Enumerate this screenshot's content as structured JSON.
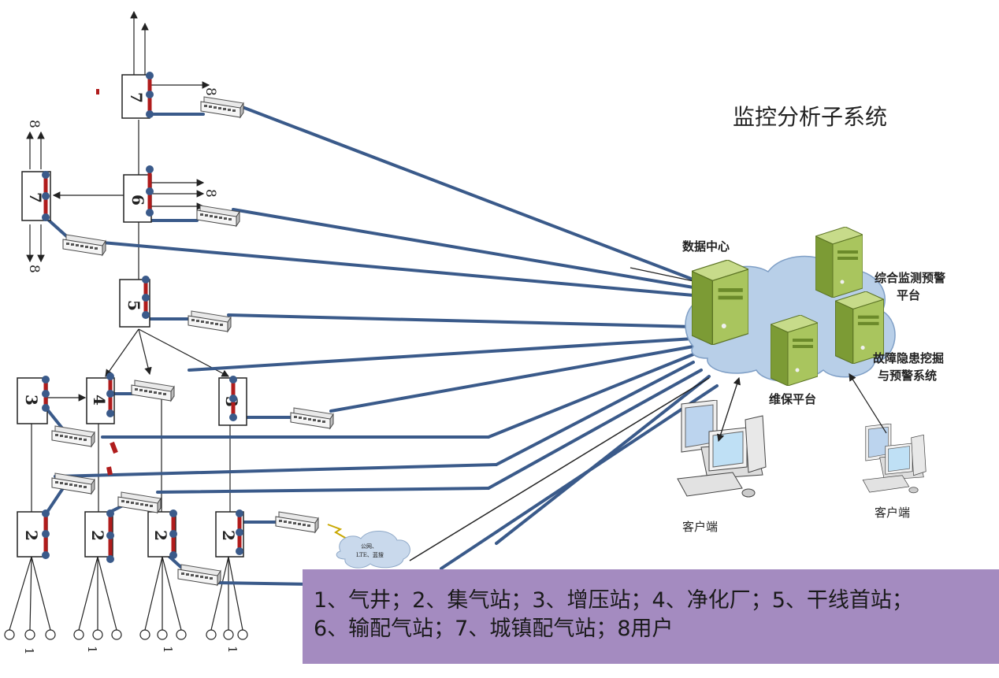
{
  "title": "监控分析子系统",
  "colors": {
    "link": "#3a5a8a",
    "sensor": "#b01c1c",
    "sensor_dot": "#3a5a8a",
    "server": "#8fae48",
    "cloud": "#b8cfe8",
    "legend_bg": "#a48bc0"
  },
  "stations": [
    {
      "id": "7-top",
      "label": "7"
    },
    {
      "id": "7-left",
      "label": "7"
    },
    {
      "id": "6",
      "label": "6"
    },
    {
      "id": "5",
      "label": "5"
    },
    {
      "id": "3-left",
      "label": "3"
    },
    {
      "id": "4",
      "label": "4"
    },
    {
      "id": "3-right",
      "label": "3"
    },
    {
      "id": "2-a",
      "label": "2"
    },
    {
      "id": "2-b",
      "label": "2"
    },
    {
      "id": "2-c",
      "label": "2"
    },
    {
      "id": "2-d",
      "label": "2"
    }
  ],
  "user_labels": [
    "8",
    "8",
    "8",
    "8"
  ],
  "well_labels": [
    "1",
    "1",
    "1",
    "1"
  ],
  "cloud_small": {
    "line1": "公网、",
    "line2": "LTE、蓝搜"
  },
  "labels": {
    "data_center": "数据中心",
    "monitor_platform_l1": "综合监测预警",
    "monitor_platform_l2": "平台",
    "fault_mining_l1": "故障隐患挖掘",
    "fault_mining_l2": "与预警系统",
    "maintenance": "维保平台",
    "client_left": "客户端",
    "client_right": "客户端"
  },
  "legend": {
    "line1": "1、气井；2、集气站；3、增压站；4、净化厂；5、干线首站；",
    "line2": "6、输配气站；7、城镇配气站；8用户"
  },
  "icons": [
    "network-switch-icon",
    "server-tower-icon",
    "desktop-computer-icon",
    "cloud-icon",
    "wireless-signal-icon"
  ]
}
